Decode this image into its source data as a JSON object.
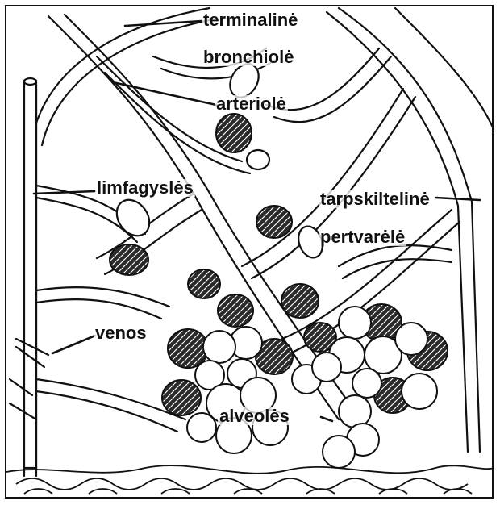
{
  "diagram": {
    "labels": {
      "terminal_line1": "terminalinė",
      "terminal_line2": "bronchiolė",
      "arteriole": "arteriolė",
      "lymph": "limfagyslės",
      "septum_line1": "tarpskiltelinė",
      "septum_line2": "pertvarėlė",
      "veins": "venos",
      "alveoli": "alveolės"
    },
    "colors": {
      "ink": "#111111",
      "background": "#ffffff",
      "capillary_fill": "#2a2a2a"
    }
  }
}
